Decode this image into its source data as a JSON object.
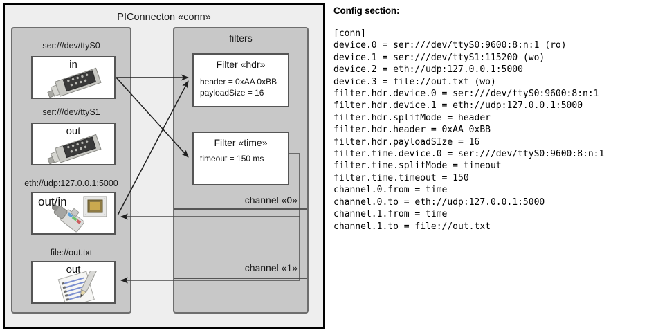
{
  "diagram": {
    "title": "PIConnecton «conn»",
    "devices_group": {
      "title": ""
    },
    "filters_group": {
      "title": "filters"
    },
    "devices": [
      {
        "label": "ser:///dev/ttyS0",
        "direction": "in",
        "icon": "serial-port-icon"
      },
      {
        "label": "ser:///dev/ttyS1",
        "direction": "out",
        "icon": "serial-port-icon"
      },
      {
        "label": "eth://udp:127.0.0.1:5000",
        "direction": "out/in",
        "icon": "ethernet-jack-icon"
      },
      {
        "label": "file://out.txt",
        "direction": "out",
        "icon": "text-file-icon"
      }
    ],
    "filters": [
      {
        "title": "Filter «hdr»",
        "attrs": [
          "header = 0xAA 0xBB",
          "payloadSize = 16"
        ]
      },
      {
        "title": "Filter «time»",
        "attrs": [
          "timeout = 150 ms"
        ]
      }
    ],
    "channels": [
      {
        "label": "channel «0»"
      },
      {
        "label": "channel «1»"
      }
    ]
  },
  "config": {
    "heading": "Config section:",
    "lines": [
      "[conn]",
      "device.0 = ser:///dev/ttyS0:9600:8:n:1 (ro)",
      "device.1 = ser:///dev/ttyS1:115200 (wo)",
      "device.2 = eth://udp:127.0.0.1:5000",
      "device.3 = file://out.txt (wo)",
      "filter.hdr.device.0 = ser:///dev/ttyS0:9600:8:n:1",
      "filter.hdr.device.1 = eth://udp:127.0.0.1:5000",
      "filter.hdr.splitMode = header",
      "filter.hdr.header = 0xAA 0xBB",
      "filter.hdr.payloadSIze = 16",
      "filter.time.device.0 = ser:///dev/ttyS0:9600:8:n:1",
      "filter.time.splitMode = timeout",
      "filter.time.timeout = 150",
      "channel.0.from = time",
      "channel.0.to = eth://udp:127.0.0.1:5000",
      "channel.1.from = time",
      "channel.1.to = file://out.txt"
    ]
  },
  "colors": {
    "frame_border": "#000000",
    "frame_fill": "#eeeeee",
    "group_fill": "#c8c8c8",
    "group_border": "#6e6e6e",
    "card_fill": "#ffffff",
    "card_border": "#555555",
    "wire": "#333333"
  }
}
